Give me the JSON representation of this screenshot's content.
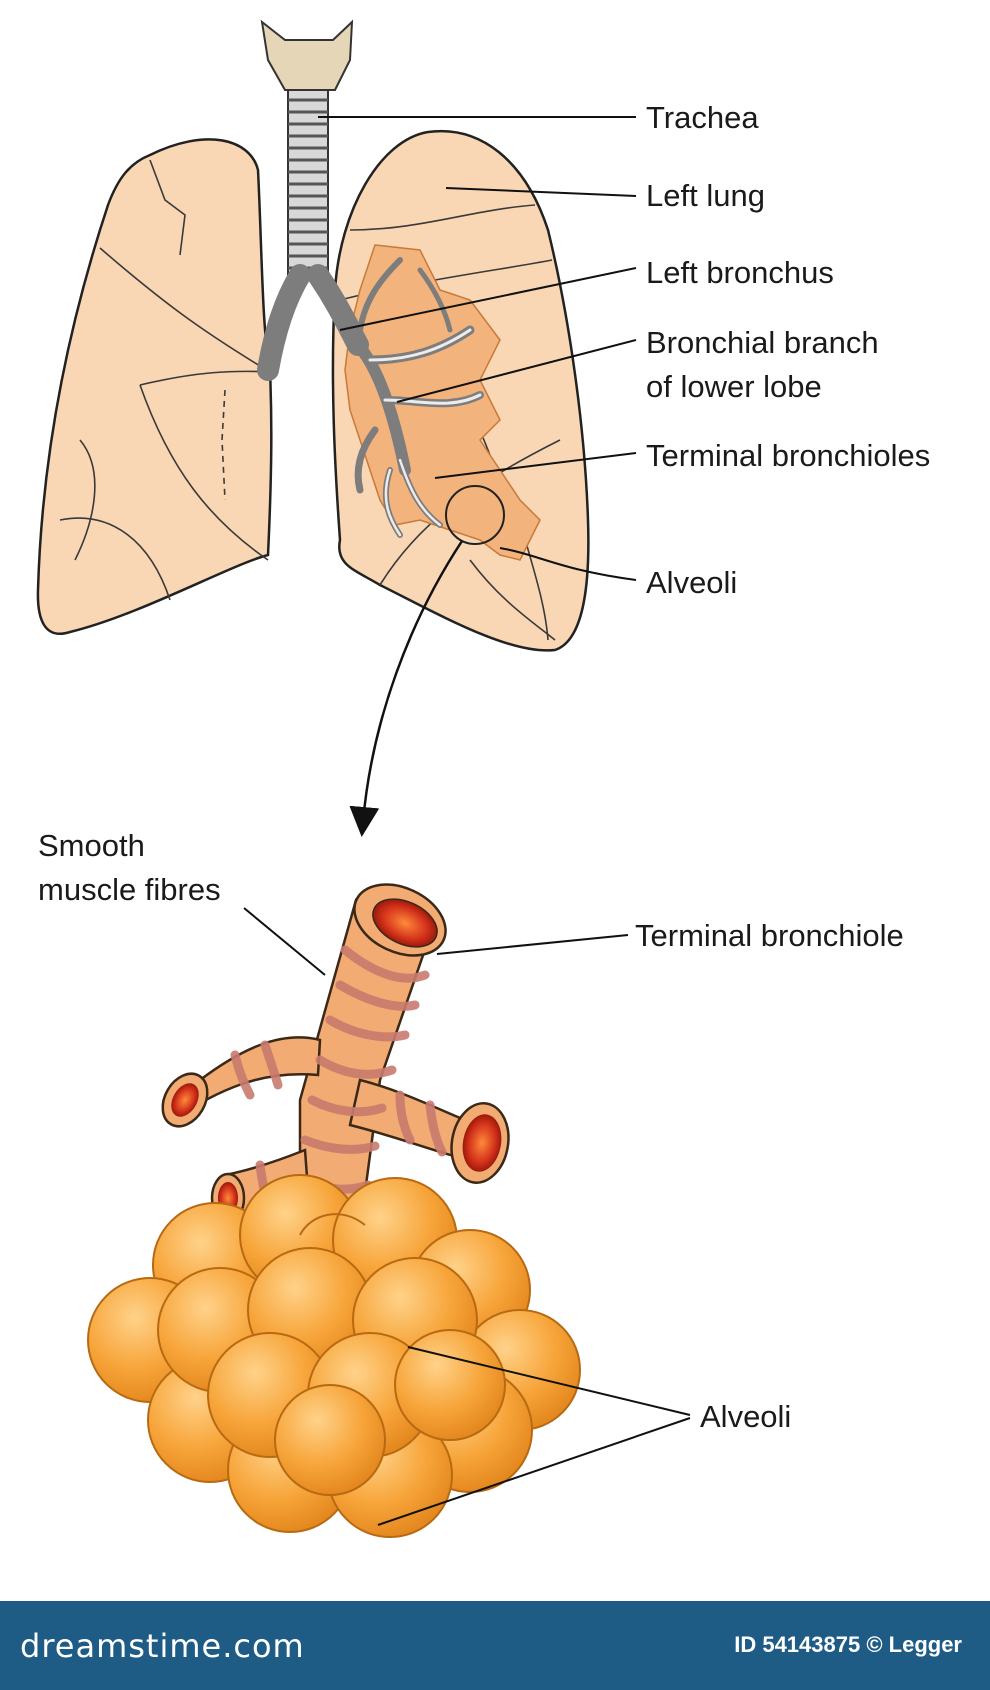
{
  "labels": {
    "trachea": "Trachea",
    "left_lung": "Left lung",
    "left_bronchus": "Left bronchus",
    "bronchial_branch_1": "Bronchial branch",
    "bronchial_branch_2": "of lower lobe",
    "terminal_bronchioles": "Terminal bronchioles",
    "alveoli_top": "Alveoli",
    "smooth_muscle_1": "Smooth",
    "smooth_muscle_2": "muscle fibres",
    "terminal_bronchiole": "Terminal bronchiole",
    "alveoli_bottom": "Alveoli"
  },
  "footer": {
    "brand": "dreamstime.com",
    "id_text": "ID 54143875 © Legger"
  },
  "colors": {
    "lung_fill": "#f9d6b4",
    "bronchial_tree": "#f3b37c",
    "alveoli": "#f5a030",
    "footer_bg": "#1e5c86"
  },
  "icons": {
    "watermark": "spiral-watermark-icon",
    "arrow": "arrow-down-icon"
  }
}
